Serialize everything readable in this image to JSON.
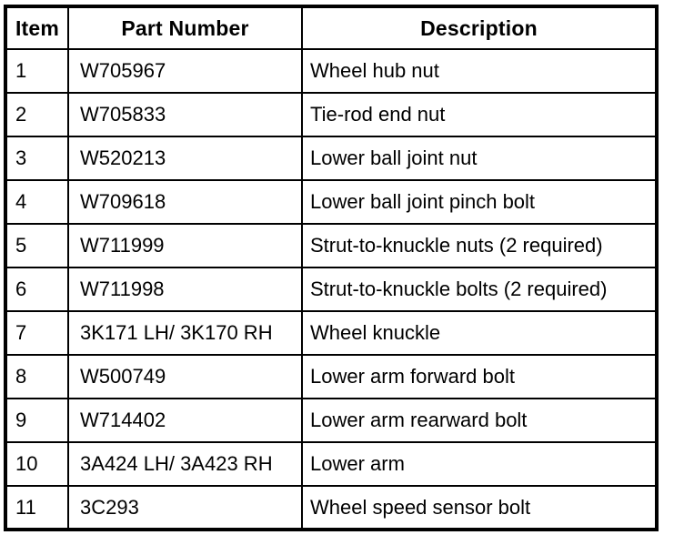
{
  "colors": {
    "border": "#000000",
    "background": "#ffffff",
    "text": "#000000"
  },
  "table": {
    "headers": [
      "Item",
      "Part Number",
      "Description"
    ],
    "rows": [
      [
        "1",
        "W705967",
        "Wheel hub nut"
      ],
      [
        "2",
        "W705833",
        "Tie-rod end nut"
      ],
      [
        "3",
        "W520213",
        "Lower ball joint nut"
      ],
      [
        "4",
        "W709618",
        "Lower ball joint pinch bolt"
      ],
      [
        "5",
        "W711999",
        "Strut-to-knuckle nuts (2 required)"
      ],
      [
        "6",
        "W711998",
        "Strut-to-knuckle bolts (2 required)"
      ],
      [
        "7",
        "3K171 LH/ 3K170 RH",
        "Wheel knuckle"
      ],
      [
        "8",
        "W500749",
        "Lower arm forward bolt"
      ],
      [
        "9",
        "W714402",
        "Lower arm rearward bolt"
      ],
      [
        "10",
        "3A424 LH/ 3A423 RH",
        "Lower arm"
      ],
      [
        "11",
        "3C293",
        "Wheel speed sensor bolt"
      ]
    ]
  }
}
